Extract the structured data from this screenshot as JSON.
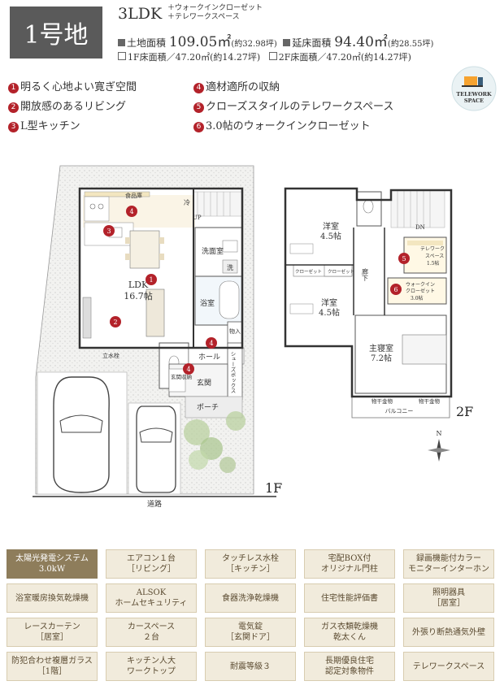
{
  "header": {
    "lot_badge": "1号地",
    "layout_type": "3LDK",
    "layout_extra_1": "＋ウォークインクローゼット",
    "layout_extra_2": "＋テレワークスペース",
    "land_area_label": "土地面積",
    "land_area_value": "109.05㎡",
    "land_area_tsubo": "(約32.98坪)",
    "floor_area_label": "延床面積",
    "floor_area_value": "94.40㎡",
    "floor_area_tsubo": "(約28.55坪)",
    "floor1_area": "1F床面積／47.20㎡(約14.27坪)",
    "floor2_area": "2F床面積／47.20㎡(約14.27坪)"
  },
  "telework_badge": {
    "line1": "TELEWORK",
    "line2": "SPACE"
  },
  "features": [
    {
      "num": "1",
      "text": "明るく心地よい寛ぎ空間"
    },
    {
      "num": "2",
      "text": "開放感のあるリビング"
    },
    {
      "num": "3",
      "text": "L型キッチン"
    },
    {
      "num": "4",
      "text": "適材適所の収納"
    },
    {
      "num": "5",
      "text": "クローズスタイルのテレワークスペース"
    },
    {
      "num": "6",
      "text": "3.0帖のウォークインクローゼット"
    }
  ],
  "plan1f": {
    "ldk": "LDK",
    "ldk_size": "16.7帖",
    "pantry": "食品庫",
    "fridge": "冷",
    "up": "UP",
    "washroom": "洗面室",
    "wash": "洗",
    "bath": "浴室",
    "storage": "物入",
    "hall": "ホール",
    "shoe": "シューズボックス",
    "entrance_storage": "玄関収納",
    "entrance": "玄関",
    "porch": "ポーチ",
    "faucet": "立水栓",
    "road": "道路",
    "floor_label": "1F",
    "markers": [
      "1",
      "2",
      "3",
      "4",
      "4",
      "4"
    ]
  },
  "plan2f": {
    "room1": "洋室",
    "room1_size": "4.5帖",
    "room2": "洋室",
    "room2_size": "4.5帖",
    "master": "主寝室",
    "master_size": "7.2帖",
    "closet": "クローゼット",
    "corridor": "廊下",
    "dn": "DN",
    "telework": "テレワーク",
    "telework2": "スペース",
    "telework_size": "1.5帖",
    "wic": "ウォークイン",
    "wic2": "クローゼット",
    "wic_size": "3.0帖",
    "drying": "物干金物",
    "balcony": "バルコニー",
    "floor_label": "2F",
    "markers": [
      "5",
      "6"
    ]
  },
  "compass": {
    "north": "N"
  },
  "spec_grid": [
    [
      "太陽光発電システム",
      "3.0kW"
    ],
    [
      "エアコン１台",
      "［リビング］"
    ],
    [
      "タッチレス水栓",
      "［キッチン］"
    ],
    [
      "宅配BOX付",
      "オリジナル門柱"
    ],
    [
      "録画機能付カラー",
      "モニターインターホン"
    ],
    [
      "浴室暖房換気乾燥機",
      ""
    ],
    [
      "ALSOK",
      "ホームセキュリティ"
    ],
    [
      "食器洗浄乾燥機",
      ""
    ],
    [
      "住宅性能評価書",
      ""
    ],
    [
      "照明器具",
      "［居室］"
    ],
    [
      "レースカーテン",
      "［居室］"
    ],
    [
      "カースペース",
      "２台"
    ],
    [
      "電気錠",
      "［玄関ドア］"
    ],
    [
      "ガス衣類乾燥機",
      "乾太くん"
    ],
    [
      "外張り断熱通気外壁",
      ""
    ],
    [
      "防犯合わせ複層ガラス",
      "［1階］"
    ],
    [
      "キッチン人大",
      "ワークトップ"
    ],
    [
      "耐震等級３",
      ""
    ],
    [
      "長期優良住宅",
      "認定対象物件"
    ],
    [
      "テレワークスペース",
      ""
    ]
  ],
  "colors": {
    "accent_red": "#b3222a",
    "badge_gray": "#5a5a5a",
    "grid_beige": "#f1ebdc",
    "grid_dark": "#8e7d5b"
  }
}
